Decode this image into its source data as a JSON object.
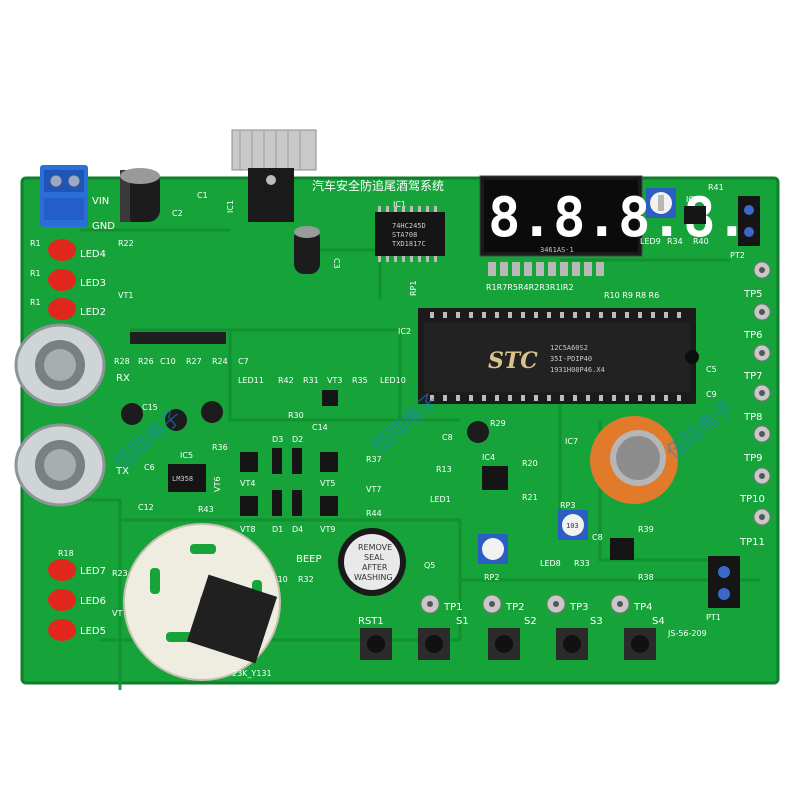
{
  "board": {
    "title_cn": "汽车安全防追尾酒驾系统",
    "footer_code": "JS-56-209",
    "board_mark": "23K_Y131",
    "watermark": "伍陆电子",
    "colors": {
      "pcb": "#16a33a",
      "pcb_dark": "#0f7f2b",
      "trace": "#129333",
      "silk": "#ffffff",
      "pad": "#cfcfcf",
      "chip": "#151515",
      "led": "#e1261c",
      "terminal": "#2c6ed8"
    }
  },
  "labels": {
    "vin": "VIN",
    "gnd": "GND",
    "c1": "C1",
    "c2": "C2",
    "c3": "C3",
    "ic1": "IC1",
    "ic1b": "IC1",
    "r22": "R22",
    "vt1": "VT1",
    "led4": "LED4",
    "led3": "LED3",
    "led2": "LED2",
    "r1a": "R1",
    "r1b": "R1",
    "r1c": "R1",
    "r28": "R28",
    "r26": "R26",
    "c10": "C10",
    "r27": "R27",
    "r24": "R24",
    "c7": "C7",
    "rx": "RX",
    "tx": "TX",
    "c15": "C15",
    "c6": "C6",
    "ic5": "IC5",
    "c12": "C12",
    "led11": "LED11",
    "r42": "R42",
    "r31": "R31",
    "vt3": "VT3",
    "r35": "R35",
    "led10": "LED10",
    "r30": "R30",
    "c14": "C14",
    "r36": "R36",
    "d3": "D3",
    "d2": "D2",
    "vt4": "VT4",
    "r37": "R37",
    "vt5": "VT5",
    "vt6": "VT6",
    "vt7": "VT7",
    "r43": "R43",
    "r44": "R44",
    "vt8": "VT8",
    "d1": "D1",
    "d4": "D4",
    "vt9": "VT9",
    "beep": "BEEP",
    "q5": "Q5",
    "c10b": "C10",
    "r32": "R32",
    "r18": "R18",
    "r23": "R23",
    "vt": "VT",
    "led7": "LED7",
    "led6": "LED6",
    "led5": "LED5",
    "rp1": "RP1",
    "ic2": "IC2",
    "seg_row": "R1R7R5R4R2R3R1IR2",
    "r10_row": "R10 R9 R8 R6",
    "r41": "R41",
    "ic9": "IC9",
    "led9": "LED9",
    "r34": "R34",
    "r40": "R40",
    "pt2": "PT2",
    "tp5": "TP5",
    "tp6": "TP6",
    "tp7": "TP7",
    "tp8": "TP8",
    "tp9": "TP9",
    "tp10": "TP10",
    "tp11": "TP11",
    "c5": "C5",
    "c9": "C9",
    "ic7": "IC7",
    "c8": "C8",
    "r29": "R29",
    "ic4": "IC4",
    "r20": "R20",
    "r21": "R21",
    "r13": "R13",
    "led1": "LED1",
    "rp3": "RP3",
    "r39": "R39",
    "rp2": "RP2",
    "led8": "LED8",
    "r33": "R33",
    "r38": "R38",
    "c8b": "C8",
    "pt1": "PT1",
    "rst1": "RST1",
    "s1": "S1",
    "s2": "S2",
    "s3": "S3",
    "s4": "S4",
    "tp1": "TP1",
    "tp2": "TP2",
    "tp3": "TP3",
    "tp4": "TP4"
  },
  "display": {
    "digits": "8.8.8.8.",
    "model": "3461AS-1"
  },
  "chips": {
    "ic1_text": "74HC245D",
    "ic1_text2": "STA708",
    "ic1_text3": "TXD1817C",
    "mcu_brand": "STC",
    "mcu_line1": "12C5A60S2",
    "mcu_line2": "35I-PDIP40",
    "mcu_line3": "1931H08P46.X4",
    "rp_code": "103",
    "ic5_text": "LM358"
  },
  "buzzer": {
    "line1": "REMOVE",
    "line2": "SEAL",
    "line3": "AFTER",
    "line4": "WASHING"
  }
}
